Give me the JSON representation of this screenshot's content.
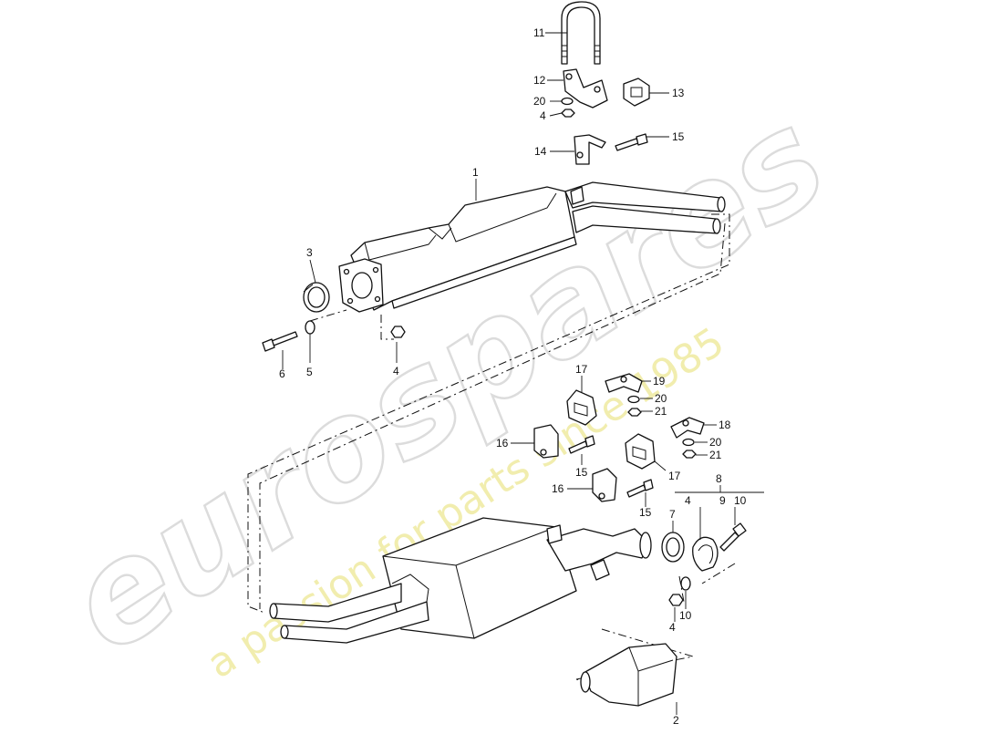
{
  "watermark": {
    "brand": "eurospares",
    "tagline": "a passion for parts since 1985"
  },
  "callouts": {
    "c1": "1",
    "c2": "2",
    "c3": "3",
    "c4a": "4",
    "c4b": "4",
    "c4c": "4",
    "c4d": "4",
    "c5": "5",
    "c6": "6",
    "c7": "7",
    "c8": "8",
    "c9": "9",
    "c10a": "10",
    "c10b": "10",
    "c11": "11",
    "c12": "12",
    "c13": "13",
    "c14": "14",
    "c15a": "15",
    "c15b": "15",
    "c15c": "15",
    "c16a": "16",
    "c16b": "16",
    "c17a": "17",
    "c17b": "17",
    "c18": "18",
    "c19": "19",
    "c20a": "20",
    "c20b": "20",
    "c20c": "20",
    "c21a": "21",
    "c21b": "21"
  }
}
